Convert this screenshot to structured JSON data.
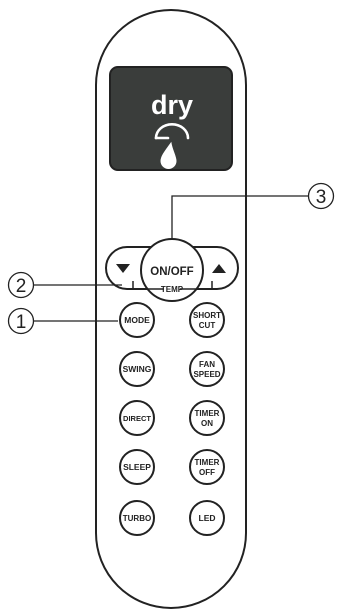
{
  "display": {
    "mode_text": "dry",
    "icon": "dry-mode-droplet-icon",
    "background_color": "#3a3d3b",
    "text_color": "#ffffff"
  },
  "controls": {
    "power_label": "ON/OFF",
    "temp_label": "TEMP",
    "temp_down_icon": "triangle-down-icon",
    "temp_up_icon": "triangle-up-icon"
  },
  "buttons": {
    "mode": "MODE",
    "shortcut_1": "SHORT",
    "shortcut_2": "CUT",
    "swing": "SWING",
    "fan_speed_1": "FAN",
    "fan_speed_2": "SPEED",
    "direct": "DIRECT",
    "timer_on_1": "TIMER",
    "timer_on_2": "ON",
    "sleep": "SLEEP",
    "timer_off_1": "TIMER",
    "timer_off_2": "OFF",
    "turbo": "TURBO",
    "led": "LED"
  },
  "callouts": {
    "c1": "1",
    "c2": "2",
    "c3": "3"
  }
}
